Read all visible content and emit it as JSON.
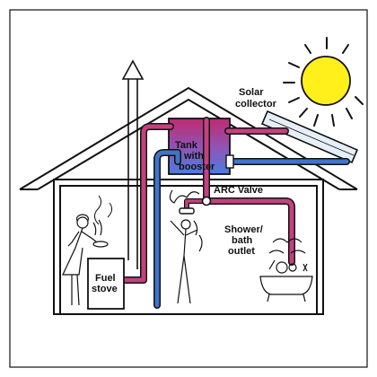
{
  "labels": {
    "solar_collector_line1": "Solar",
    "solar_collector_line2": "collector",
    "tank_line1": "Tank",
    "tank_line2": "with",
    "tank_line3": "booster",
    "arc_valve": "ARC Valve",
    "shower_line1": "Shower/",
    "shower_line2": "bath",
    "shower_line3": "outlet",
    "stove_line1": "Fuel",
    "stove_line2": "stove"
  },
  "colors": {
    "hot_pipe": "#c2427f",
    "cold_pipe": "#3f74c9",
    "sun": "#ffef1a",
    "tank_top": "#c02a70",
    "tank_bottom": "#4a7ee0",
    "outline": "#111111"
  },
  "icons": {
    "sun": "sun-icon",
    "chimney_arrow": "up-arrow-icon",
    "person_at_stove": "person-cooking-icon",
    "person_showering": "person-showering-icon",
    "bather": "bather-in-tub-icon"
  }
}
